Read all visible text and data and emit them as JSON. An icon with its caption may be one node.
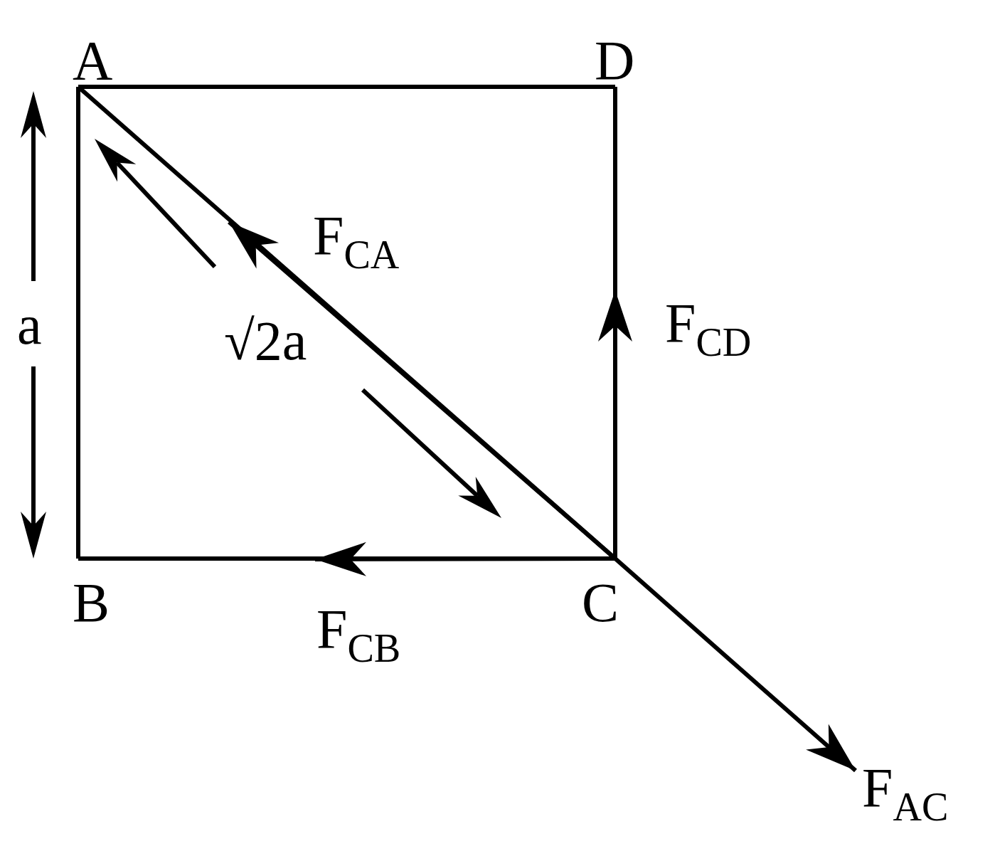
{
  "diagram": {
    "nodes": [
      {
        "text": [
          "A"
        ]
      },
      {
        "text": [
          "D"
        ]
      },
      {
        "text": [
          "B"
        ]
      },
      {
        "text": [
          "C"
        ]
      },
      {
        "text": [
          "F$_{AC}$"
        ]
      }
    ],
    "edges": [
      {
        "from": 0,
        "to": 1,
        "arrow": "none"
      },
      {
        "from": 3,
        "to": 1,
        "arrow": "none"
      },
      {
        "from": 3,
        "to": 2,
        "arrow": "none"
      },
      {
        "from": 0,
        "to": 2,
        "arrow": "none"
      },
      {
        "from": 3,
        "to": 0,
        "arrow": "none"
      },
      {
        "from": 3,
        "to": null,
        "arrow": "to",
        "label": "F$_{CD}$"
      },
      {
        "from": 3,
        "to": null,
        "arrow": "to",
        "label": "F$_{CB}$"
      },
      {
        "from": 3,
        "to": null,
        "arrow": "to",
        "label": "F$_{CA}$"
      },
      {
        "from": 3,
        "to": 4,
        "arrow": "to"
      }
    ],
    "labels": [
      "a",
      "√2a"
    ]
  }
}
